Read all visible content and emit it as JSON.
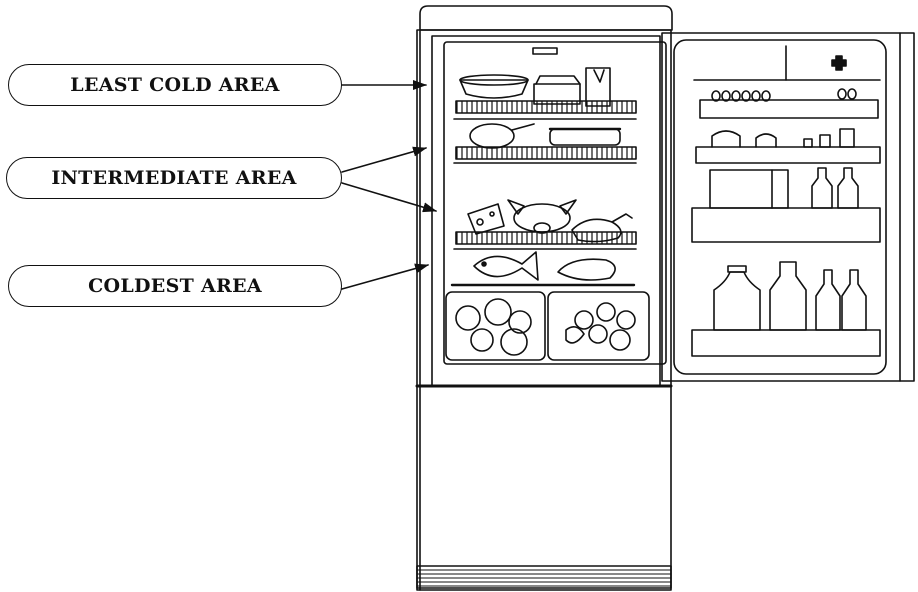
{
  "labels": {
    "least_cold": "LEAST COLD AREA",
    "intermediate": "INTERMEDIATE AREA",
    "coldest": "COLDEST AREA"
  },
  "colors": {
    "line": "#111111",
    "background": "#ffffff"
  }
}
